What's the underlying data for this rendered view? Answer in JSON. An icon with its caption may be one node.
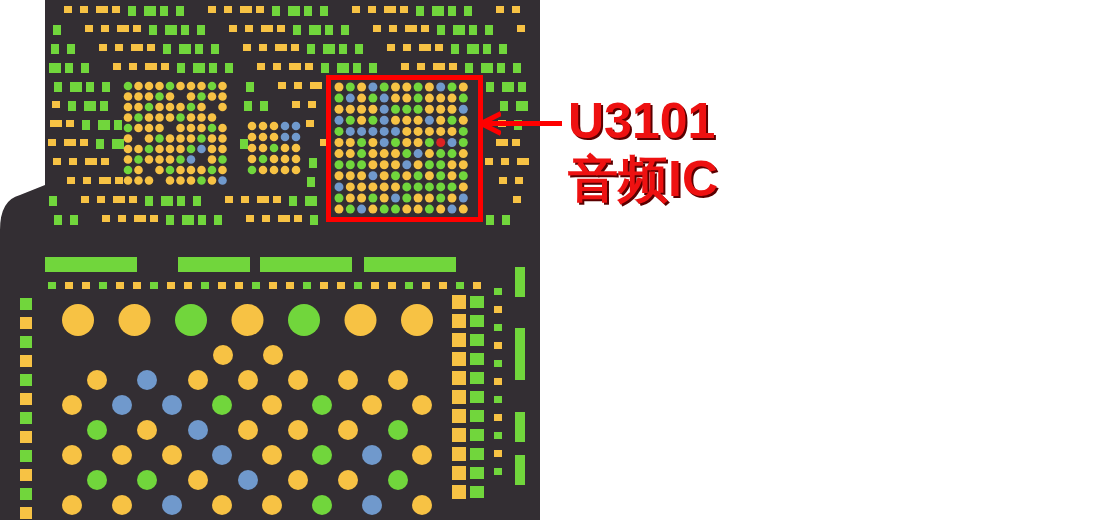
{
  "diagram": {
    "nodes": [
      {
        "text": [],
        "shape": "box"
      },
      {
        "text": [
          "U3101",
          "音频IC"
        ]
      }
    ],
    "edges": [
      {
        "from": 1,
        "to": 0,
        "arrow": "to"
      }
    ]
  }
}
